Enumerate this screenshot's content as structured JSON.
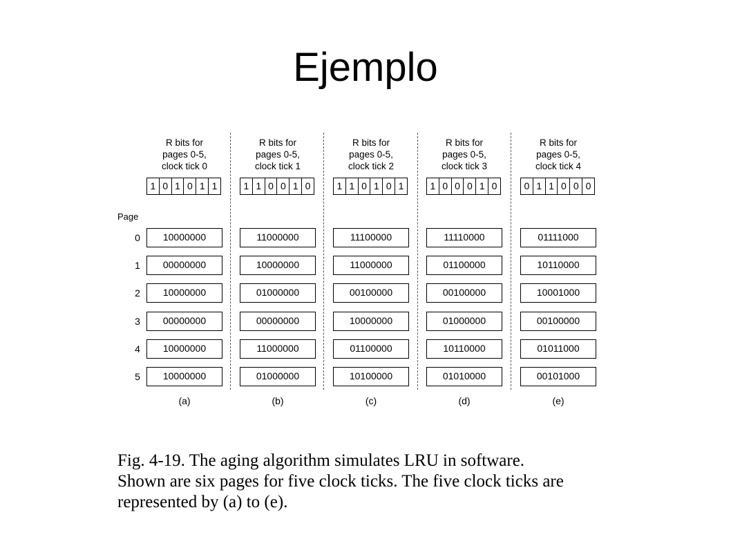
{
  "slide_title": "Ejemplo",
  "figure": {
    "page_label": "Page",
    "row_labels": [
      "0",
      "1",
      "2",
      "3",
      "4",
      "5"
    ],
    "columns": [
      {
        "header": [
          "R bits for",
          "pages 0-5,",
          "clock tick 0"
        ],
        "bits": [
          "1",
          "0",
          "1",
          "0",
          "1",
          "1"
        ],
        "registers": [
          "10000000",
          "00000000",
          "10000000",
          "00000000",
          "10000000",
          "10000000"
        ],
        "caption": "(a)"
      },
      {
        "header": [
          "R bits for",
          "pages 0-5,",
          "clock tick 1"
        ],
        "bits": [
          "1",
          "1",
          "0",
          "0",
          "1",
          "0"
        ],
        "registers": [
          "11000000",
          "10000000",
          "01000000",
          "00000000",
          "11000000",
          "01000000"
        ],
        "caption": "(b)"
      },
      {
        "header": [
          "R bits for",
          "pages 0-5,",
          "clock tick 2"
        ],
        "bits": [
          "1",
          "1",
          "0",
          "1",
          "0",
          "1"
        ],
        "registers": [
          "11100000",
          "11000000",
          "00100000",
          "10000000",
          "01100000",
          "10100000"
        ],
        "caption": "(c)"
      },
      {
        "header": [
          "R bits for",
          "pages 0-5,",
          "clock tick 3"
        ],
        "bits": [
          "1",
          "0",
          "0",
          "0",
          "1",
          "0"
        ],
        "registers": [
          "11110000",
          "01100000",
          "00100000",
          "01000000",
          "10110000",
          "01010000"
        ],
        "caption": "(d)"
      },
      {
        "header": [
          "R bits for",
          "pages 0-5,",
          "clock tick 4"
        ],
        "bits": [
          "0",
          "1",
          "1",
          "0",
          "0",
          "0"
        ],
        "registers": [
          "01111000",
          "10110000",
          "10001000",
          "00100000",
          "01011000",
          "00101000"
        ],
        "caption": "(e)"
      }
    ]
  },
  "caption_lines": [
    "Fig. 4-19. The aging algorithm simulates LRU in software.",
    "Shown are six pages for five clock ticks.  The five clock ticks are",
    "represented by (a) to (e)."
  ]
}
